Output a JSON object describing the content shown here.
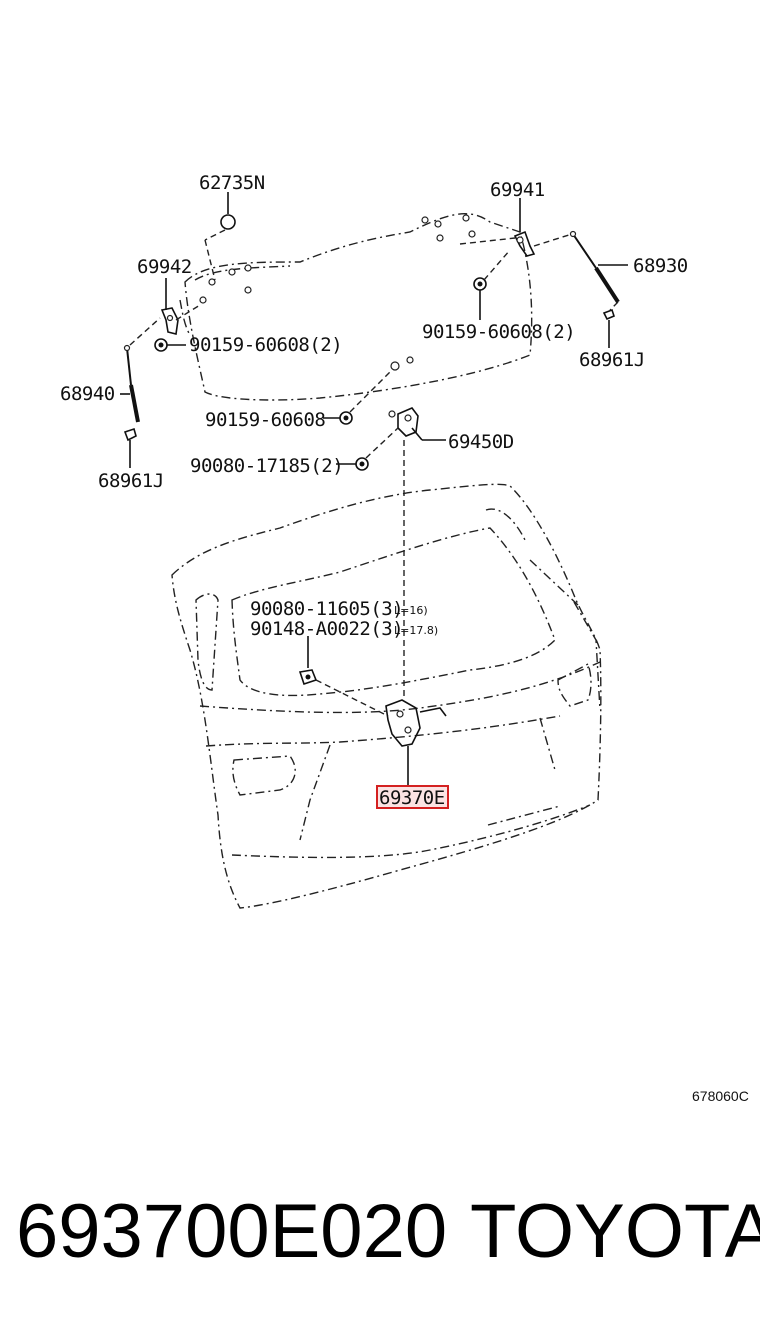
{
  "diagram": {
    "drawing_ref": "678060C",
    "highlight_color": "#d42020",
    "labels": {
      "p62735N": "62735N",
      "p69941": "69941",
      "p69942": "69942",
      "p68930": "68930",
      "p90159_2a": "90159-60608(2)",
      "p90159_2b": "90159-60608(2)",
      "p68940": "68940",
      "p68961J_a": "68961J",
      "p68961J_b": "68961J",
      "p90159": "90159-60608",
      "p69450D": "69450D",
      "p90080_17185": "90080-17185(2)",
      "p90080_11605": "90080-11605(3)",
      "p90080_note": "L=16)",
      "p90148": "90148-A0022(3)",
      "p90148_note": "L=17.8)",
      "p69370E": "69370E"
    }
  },
  "footer": {
    "part_number": "693700E020",
    "brand": "TOYOTA"
  }
}
